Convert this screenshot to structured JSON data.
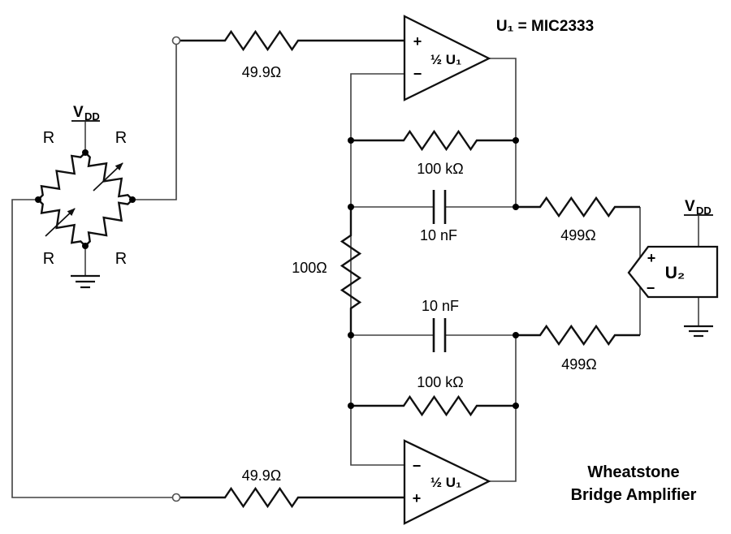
{
  "diagram": {
    "caption": {
      "line1": "Wheatstone",
      "line2": "Bridge Amplifier"
    },
    "ic_note": "U₁ = MIC2333"
  },
  "power": {
    "vdd": {
      "main": "V",
      "sub": "DD"
    }
  },
  "opamps": {
    "top": {
      "label": "½ U₁",
      "plus": "+",
      "minus": "−"
    },
    "bottom": {
      "label": "½ U₁",
      "plus": "+",
      "minus": "−"
    },
    "u2": {
      "label": "U₂",
      "plus": "+",
      "minus": "−"
    }
  },
  "components": {
    "r_input_top": {
      "value": "49.9Ω"
    },
    "r_input_bottom": {
      "value": "49.9Ω"
    },
    "r_feedback_top": {
      "value": "100 kΩ"
    },
    "r_feedback_bottom": {
      "value": "100 kΩ"
    },
    "c_filter_top": {
      "value": "10 nF"
    },
    "c_filter_bottom": {
      "value": "10 nF"
    },
    "r_gain": {
      "value": "100Ω"
    },
    "r_output_top": {
      "value": "499Ω"
    },
    "r_output_bottom": {
      "value": "499Ω"
    },
    "bridge": {
      "r_top_left": "R",
      "r_top_right": "R",
      "r_bottom_left": "R",
      "r_bottom_right": "R"
    }
  },
  "colors": {
    "wire": "#404040",
    "ink": "#101010",
    "background": "#ffffff"
  }
}
